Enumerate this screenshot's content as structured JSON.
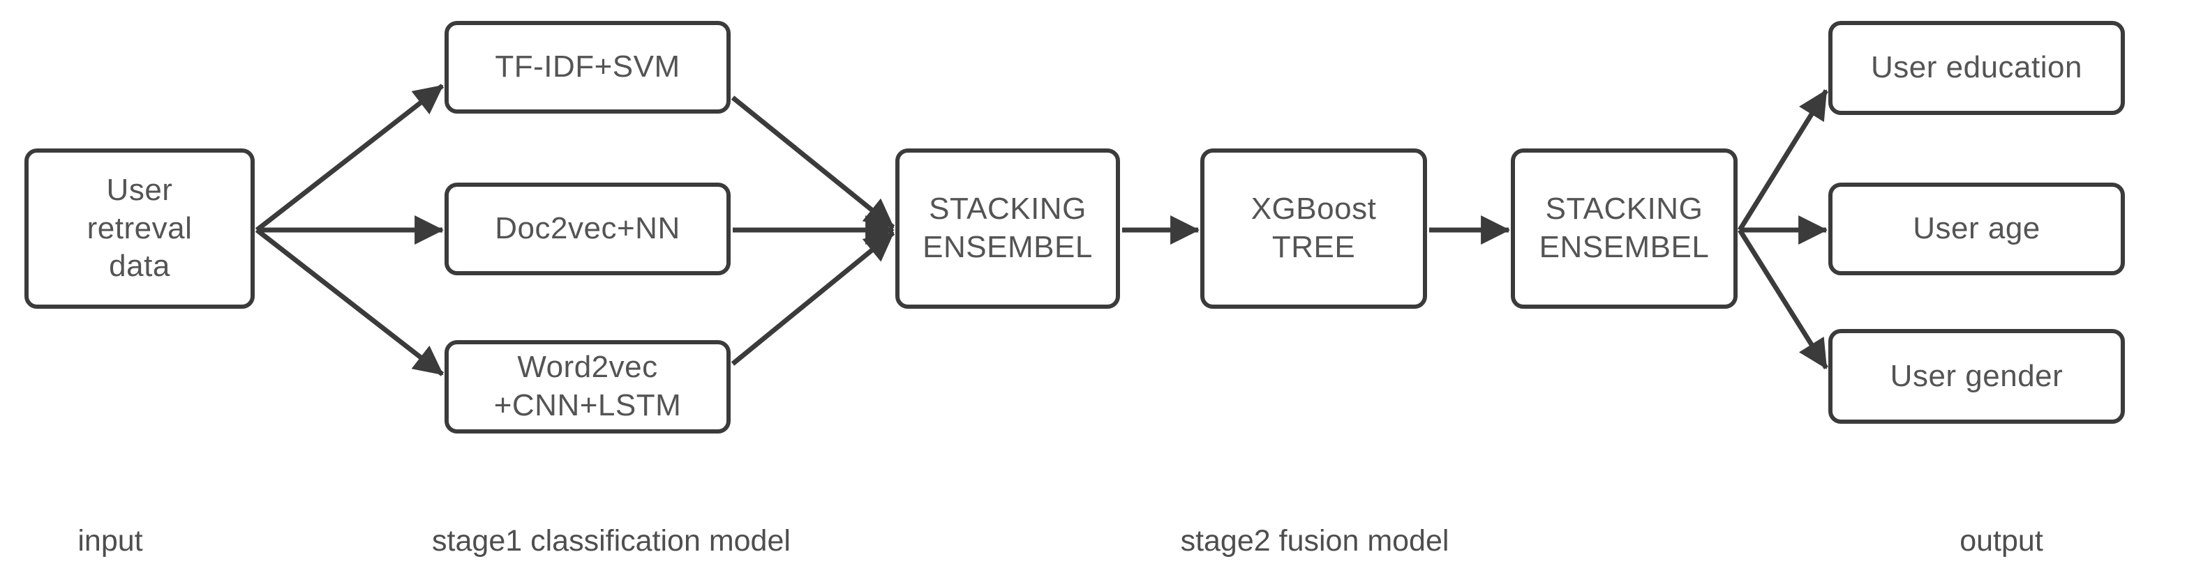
{
  "diagram": {
    "title": "two-stage stacking ensemble user-profiling pipeline",
    "colors": {
      "background": "#ffffff",
      "stroke": "#3b3b3c",
      "node_text": "#545454",
      "caption_text": "#4e4e4e"
    },
    "nodes": {
      "input": {
        "label": "User\nretreval\ndata"
      },
      "tfidf": {
        "label": "TF-IDF+SVM"
      },
      "doc2vec": {
        "label": "Doc2vec+NN"
      },
      "word2vec": {
        "label": "Word2vec\n+CNN+LSTM"
      },
      "stacking1": {
        "label": "STACKING\nENSEMBEL"
      },
      "xgboost": {
        "label": "XGBoost\nTREE"
      },
      "stacking2": {
        "label": "STACKING\nENSEMBEL"
      },
      "education": {
        "label": "User education"
      },
      "age": {
        "label": "User age"
      },
      "gender": {
        "label": "User gender"
      }
    },
    "captions": {
      "input": "input",
      "stage1": "stage1 classification model",
      "stage2": "stage2 fusion model",
      "output": "output"
    },
    "edges": [
      {
        "from": "input",
        "to": "tfidf"
      },
      {
        "from": "input",
        "to": "doc2vec"
      },
      {
        "from": "input",
        "to": "word2vec"
      },
      {
        "from": "tfidf",
        "to": "stacking1"
      },
      {
        "from": "doc2vec",
        "to": "stacking1"
      },
      {
        "from": "word2vec",
        "to": "stacking1"
      },
      {
        "from": "stacking1",
        "to": "xgboost"
      },
      {
        "from": "xgboost",
        "to": "stacking2"
      },
      {
        "from": "stacking2",
        "to": "education"
      },
      {
        "from": "stacking2",
        "to": "age"
      },
      {
        "from": "stacking2",
        "to": "gender"
      }
    ]
  }
}
